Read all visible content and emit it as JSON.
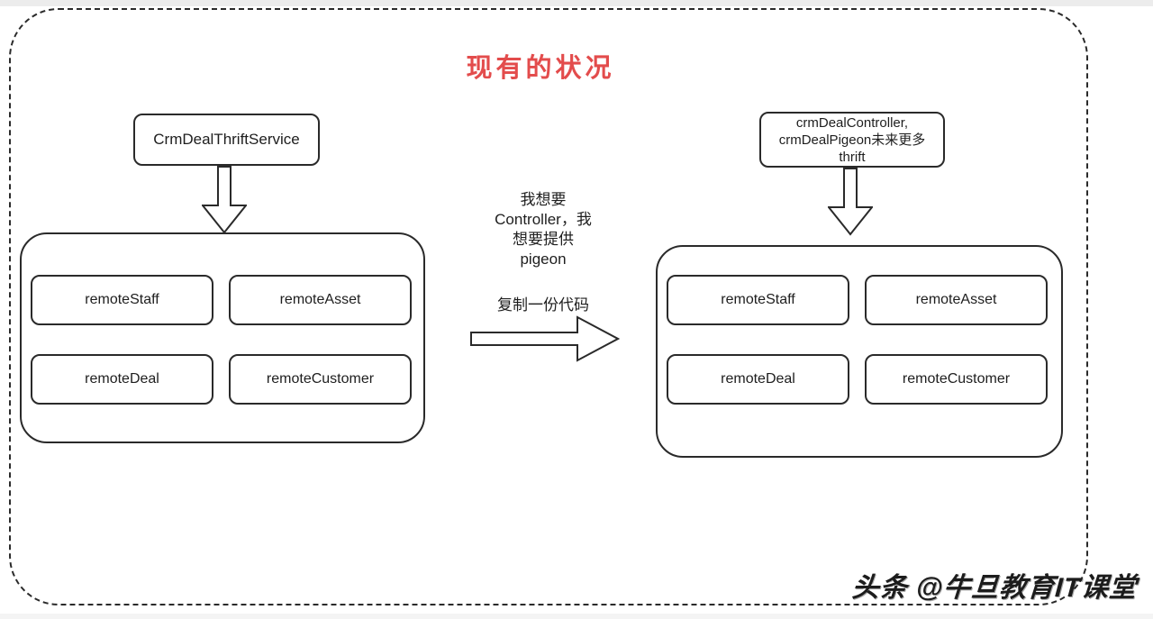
{
  "title": "现有的状况",
  "left_group": {
    "service_label": "CrmDealThriftService",
    "modules": [
      "remoteStaff",
      "remoteAsset",
      "remoteDeal",
      "remoteCustomer"
    ]
  },
  "middle": {
    "request_text": "我想要\nController，我\n想要提供\npigeon",
    "copy_text": "复制一份代码"
  },
  "right_group": {
    "service_label": "crmDealController,\ncrmDealPigeon未来更多\nthrift",
    "modules": [
      "remoteStaff",
      "remoteAsset",
      "remoteDeal",
      "remoteCustomer"
    ]
  },
  "watermark": "头条 @牛旦教育IT课堂",
  "colors": {
    "title_red": "#e34c4c",
    "line": "#2a2a2a",
    "background": "#ffffff"
  }
}
